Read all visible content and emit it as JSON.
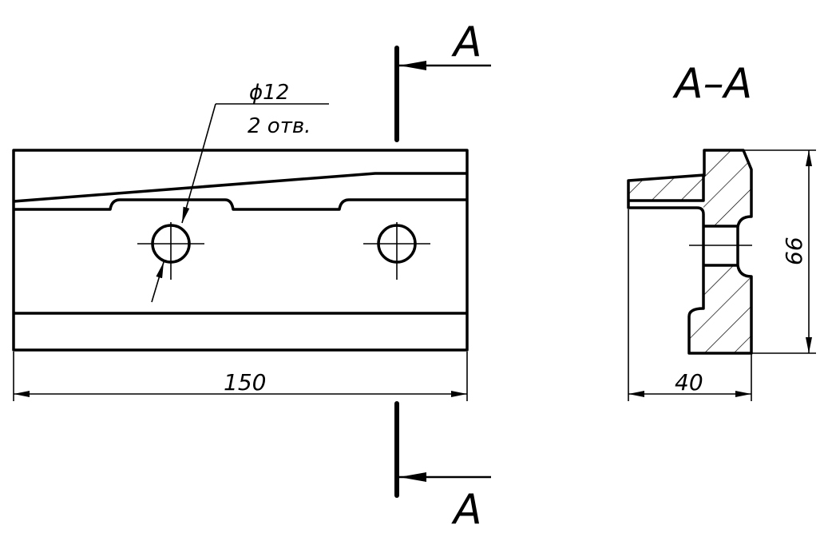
{
  "drawing": {
    "section_marker_letter_top": "A",
    "section_marker_letter_bottom": "A",
    "section_title": "A–A",
    "hole_callout_diameter": "ϕ12",
    "hole_callout_count": "2 отв.",
    "dim_length": "150",
    "dim_height": "66",
    "dim_width": "40"
  },
  "colors": {
    "line": "#000000",
    "background": "#ffffff"
  }
}
